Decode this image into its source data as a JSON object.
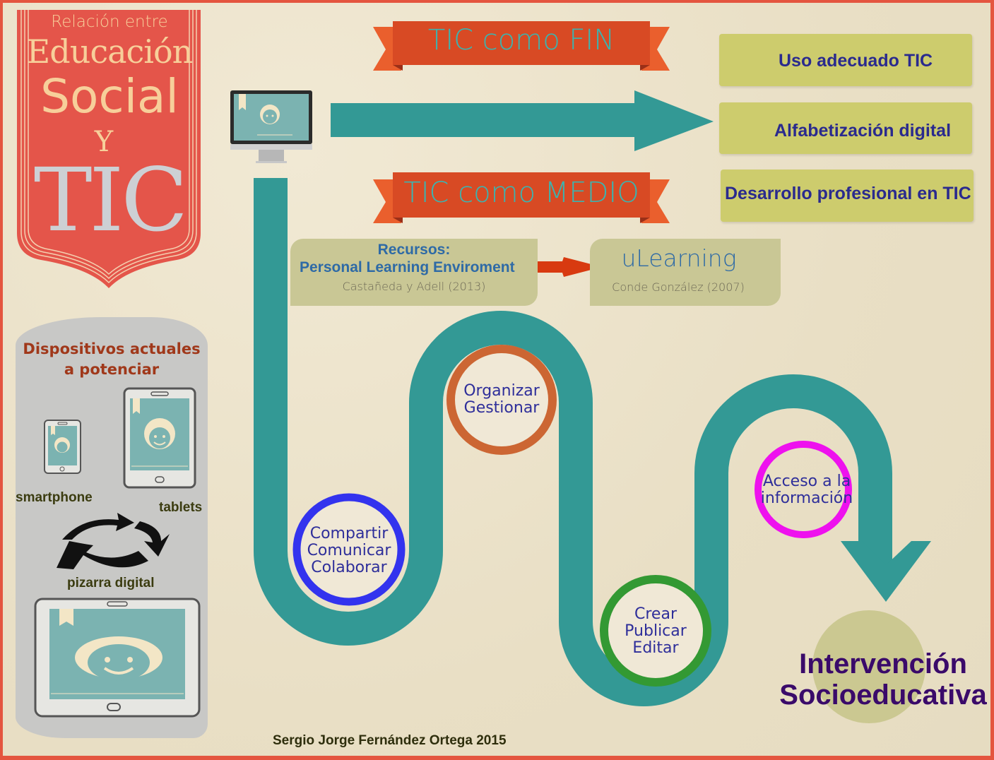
{
  "title": {
    "line1": "Relación entre",
    "line2": "Educación",
    "line3": "Social",
    "line4": "Y",
    "line5": "TIC"
  },
  "ribbons": {
    "fin": "TIC como FIN",
    "medio": "TIC como MEDIO"
  },
  "outcomes": [
    {
      "label": "Uso adecuado TIC"
    },
    {
      "label": "Alfabetización digital"
    },
    {
      "label": "Desarrollo profesional en TIC"
    }
  ],
  "resources": {
    "ple": {
      "heading": "Recursos:",
      "title": "Personal Learning Enviroment",
      "citation": "Castañeda y Adell (2013)"
    },
    "ulearning": {
      "title": "uLearning",
      "citation": "Conde González (2007)"
    }
  },
  "devices": {
    "heading_line1": "Dispositivos actuales",
    "heading_line2": "a potenciar",
    "smartphone": "smartphone",
    "tablets": "tablets",
    "pizarra": "pizarra digital"
  },
  "steps": [
    {
      "lines": [
        "Compartir",
        "Comunicar",
        "Colaborar"
      ],
      "color": "#3333ee"
    },
    {
      "lines": [
        "Organizar",
        "Gestionar"
      ],
      "color": "#cc6633"
    },
    {
      "lines": [
        "Crear",
        "Publicar",
        "Editar"
      ],
      "color": "#339933"
    },
    {
      "lines": [
        "Acceso a la",
        "información"
      ],
      "color": "#ee11ee"
    }
  ],
  "goal": {
    "line1": "Intervención",
    "line2": "Socioeducativa"
  },
  "footer": {
    "author": "Sergio Jorge Fernández Ortega 2015"
  },
  "colors": {
    "border": "#e4553f",
    "teal": "#339995",
    "shield": "#e4554a",
    "ribbon": "#d84a24",
    "outcome_bg": "#cdcc6d",
    "outcome_text": "#2a2a8e",
    "goal_text": "#3a0a6a"
  }
}
